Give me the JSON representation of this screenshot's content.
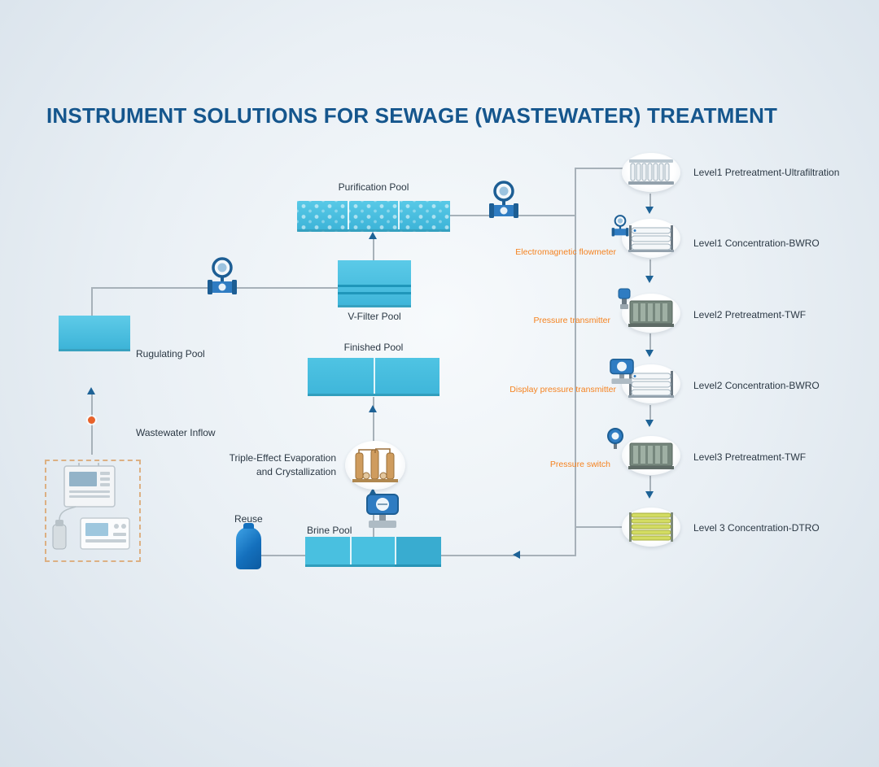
{
  "title": "INSTRUMENT SOLUTIONS FOR SEWAGE (WASTEWATER) TREATMENT",
  "pools": {
    "purification": "Purification Pool",
    "v_filter": "V-Filter Pool",
    "rugulating": "Rugulating Pool",
    "finished": "Finished Pool",
    "brine": "Brine Pool"
  },
  "flow_labels": {
    "wastewater_inflow": "Wastewater Inflow",
    "reuse": "Reuse",
    "evaporation_line1": "Triple-Effect Evaporation",
    "evaporation_line2": "and Crystallization"
  },
  "stages": [
    {
      "label": "Level1 Pretreatment-Ultrafiltration"
    },
    {
      "label": "Level1 Concentration-BWRO"
    },
    {
      "label": "Level2 Pretreatment-TWF"
    },
    {
      "label": "Level2 Concentration-BWRO"
    },
    {
      "label": "Level3 Pretreatment-TWF"
    },
    {
      "label": "Level 3 Concentration-DTRO"
    }
  ],
  "instrument_labels": [
    {
      "label": "Electromagnetic flowmeter"
    },
    {
      "label": "Pressure transmitter"
    },
    {
      "label": "Display pressure transmitter"
    },
    {
      "label": "Pressure switch"
    }
  ],
  "icons": {
    "flowmeter_icon": "electromagnetic-flowmeter",
    "display_transmitter_icon": "pressure-transmitter-with-display",
    "pressure_transmitter_icon": "pressure-transmitter",
    "pressure_switch_icon": "pressure-switch",
    "reuse_tank_icon": "water-storage-tank",
    "evaporation_unit_icon": "evaporation-crystallization-plant",
    "wall_flowmeter_icon": "wall-mounted-ultrasonic-flowmeter"
  },
  "colors": {
    "title": "#15568D",
    "pool_cyan": "#49C0E0",
    "pipe_grey": "#A7B1B9",
    "arrow_blue": "#1D6296",
    "accent_orange": "#F5821F",
    "instrument_blue": "#2F7CC2",
    "tank_blue": "#1470BD",
    "dtro_green": "#D3DC62"
  }
}
